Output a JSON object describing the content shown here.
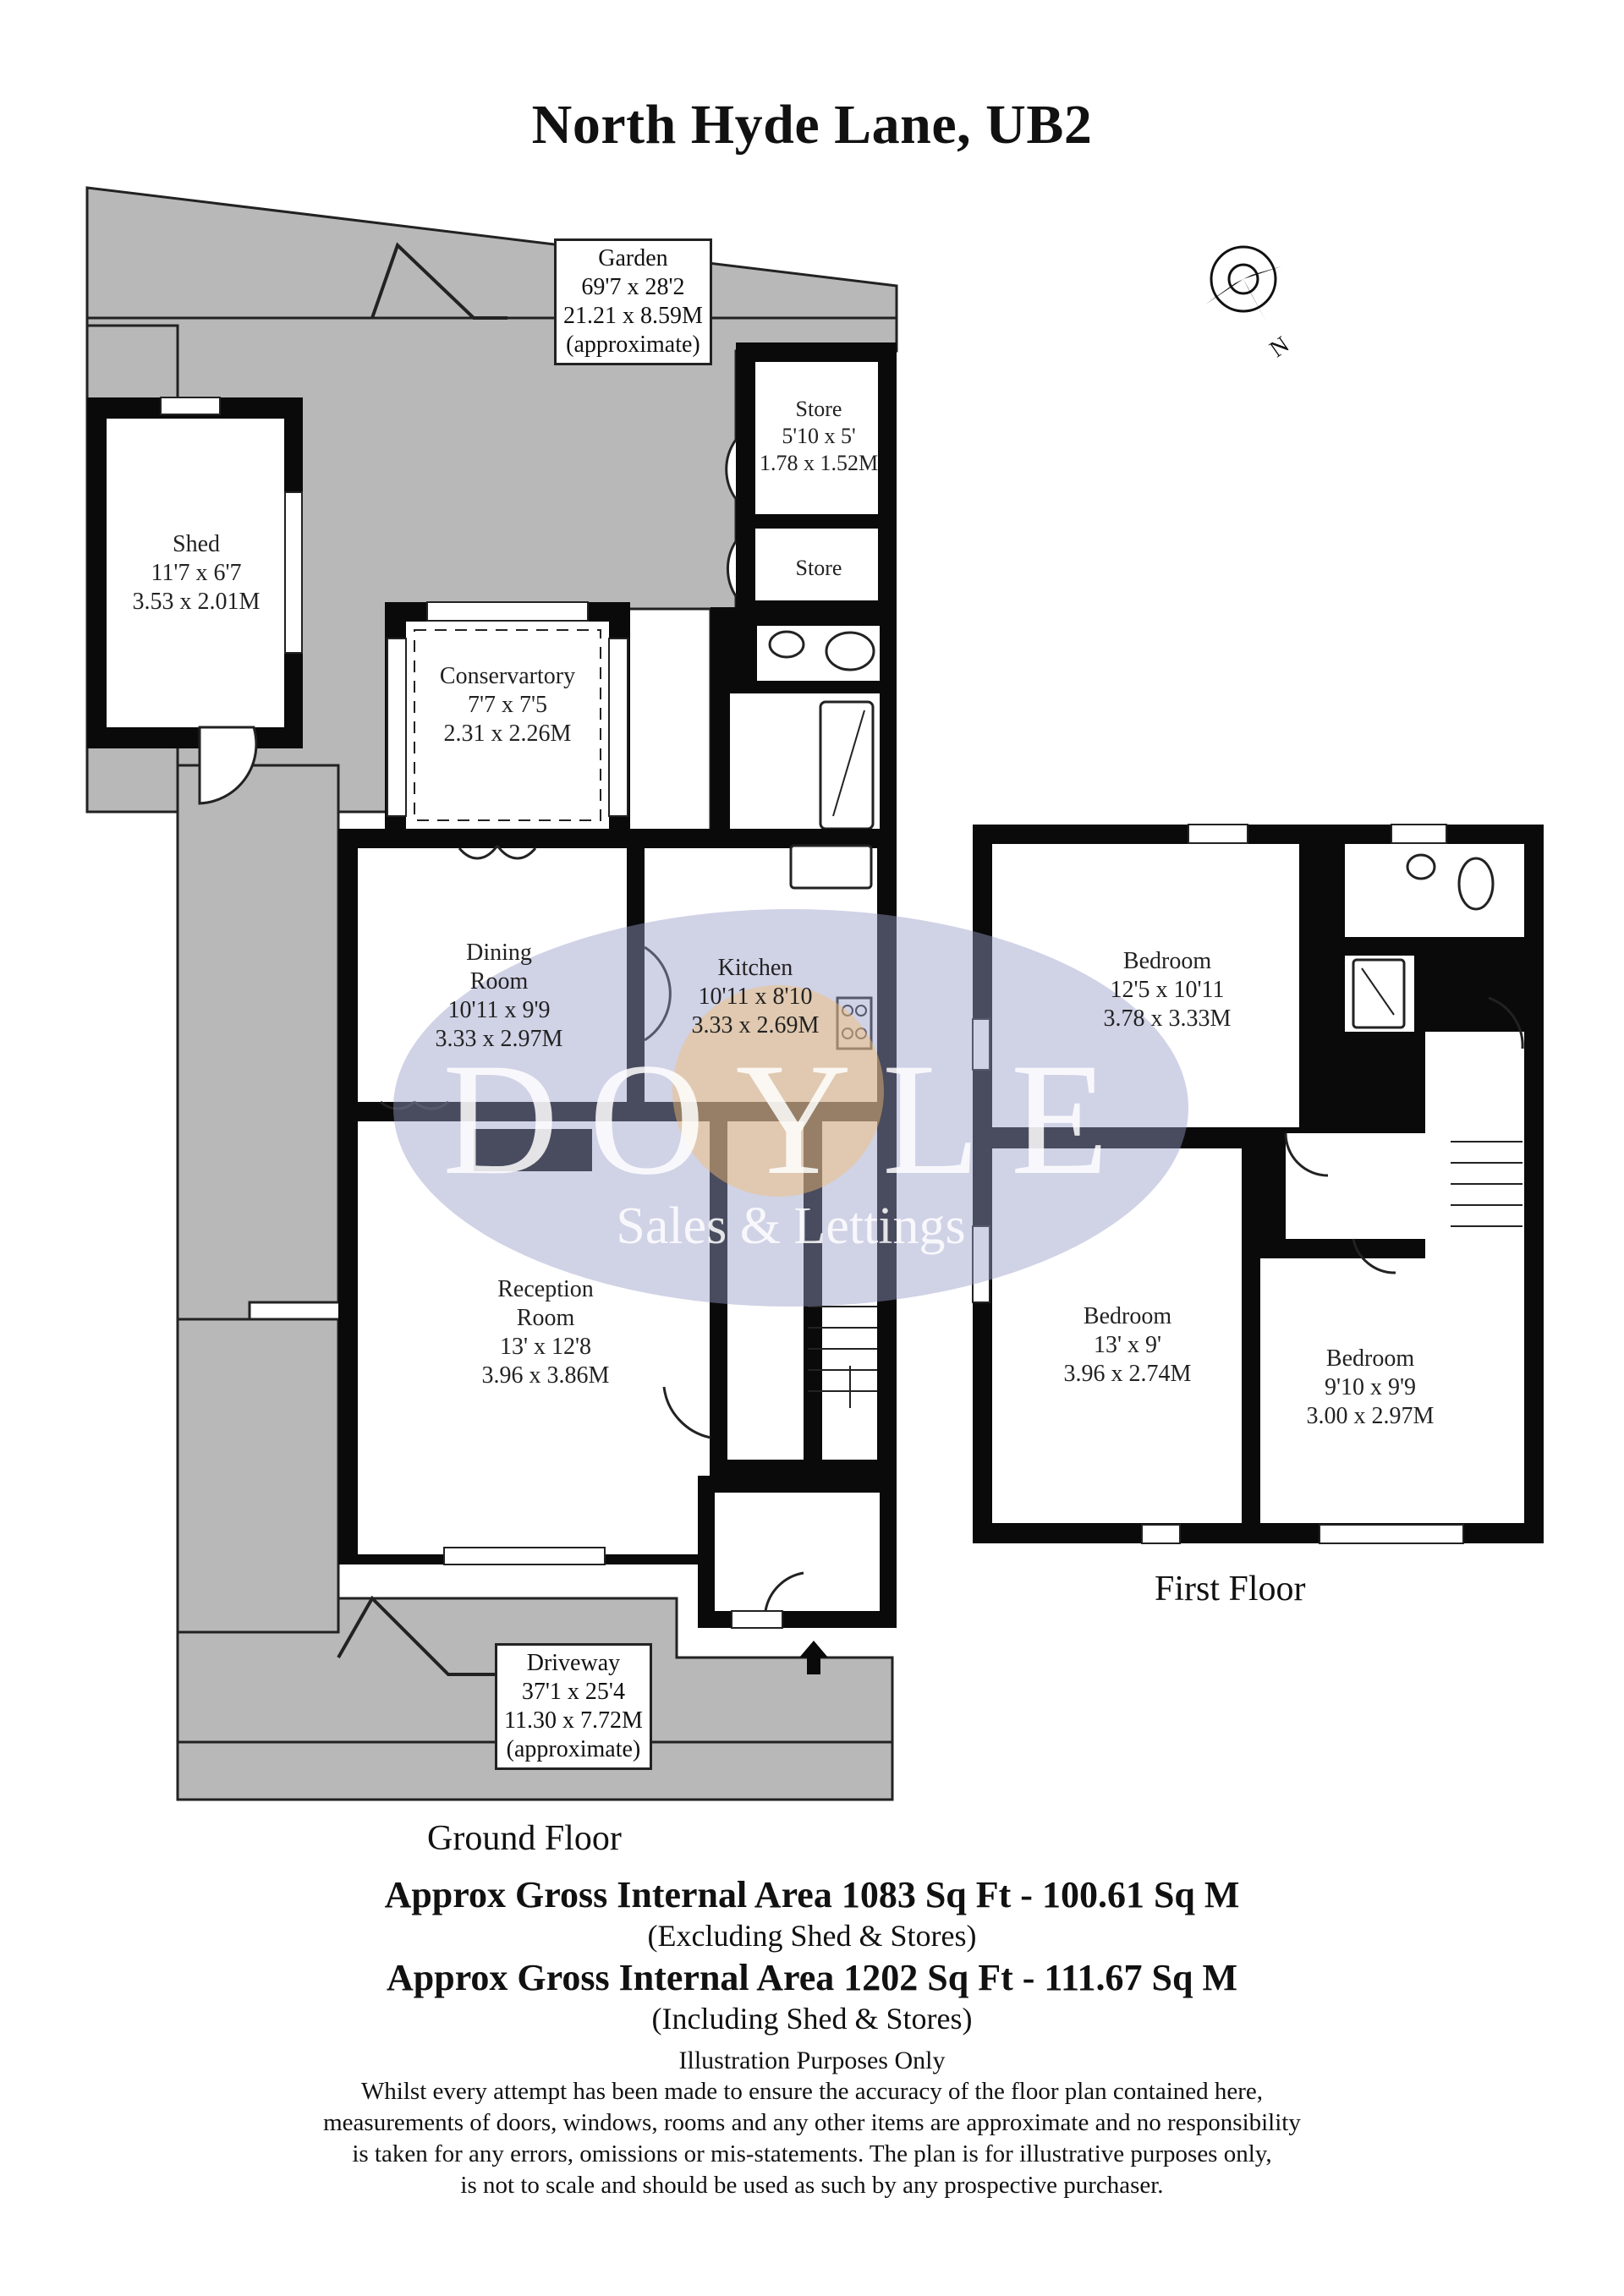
{
  "title": "North Hyde Lane, UB2",
  "compass": {
    "icon": "compass-rose-icon",
    "label": "N"
  },
  "floors": {
    "ground": {
      "label": "Ground Floor",
      "rooms": [
        {
          "name": "Shed",
          "imperial": "11'7 x 6'7",
          "metric": "3.53 x 2.01M"
        },
        {
          "name": "Conservartory",
          "imperial": "7'7 x 7'5",
          "metric": "2.31 x 2.26M"
        },
        {
          "name": "Store",
          "imperial": "5'10 x 5'",
          "metric": "1.78 x 1.52M"
        },
        {
          "name": "Store"
        },
        {
          "name_line1": "Dining",
          "name_line2": "Room",
          "imperial": "10'11 x 9'9",
          "metric": "3.33 x 2.97M"
        },
        {
          "name": "Kitchen",
          "imperial": "10'11 x 8'10",
          "metric": "3.33 x 2.69M"
        },
        {
          "name_line1": "Reception",
          "name_line2": "Room",
          "imperial": "13' x 12'8",
          "metric": "3.96 x 3.86M"
        }
      ],
      "garden": {
        "name": "Garden",
        "imperial": "69'7 x 28'2",
        "metric": "21.21 x 8.59M",
        "note": "(approximate)"
      },
      "driveway": {
        "name": "Driveway",
        "imperial": "37'1 x 25'4",
        "metric": "11.30 x 7.72M",
        "note": "(approximate)"
      }
    },
    "first": {
      "label": "First Floor",
      "rooms": [
        {
          "name": "Bedroom",
          "imperial": "12'5 x 10'11",
          "metric": "3.78 x 3.33M"
        },
        {
          "name": "Bedroom",
          "imperial": "13' x 9'",
          "metric": "3.96 x 2.74M"
        },
        {
          "name": "Bedroom",
          "imperial": "9'10 x 9'9",
          "metric": "3.00 x 2.97M"
        }
      ]
    }
  },
  "watermark": {
    "brand": "DOYLE",
    "tagline": "Sales & Lettings"
  },
  "areas": [
    {
      "text": "Approx Gross Internal Area  1083 Sq Ft  - 100.61 Sq M",
      "note": "(Excluding Shed & Stores)"
    },
    {
      "text": "Approx Gross Internal Area  1202 Sq Ft  - 111.67 Sq M",
      "note": "(Including Shed & Stores)"
    }
  ],
  "illustration_note": "Illustration Purposes Only",
  "disclaimer": [
    "Whilst every attempt has been made to ensure the accuracy of the floor plan contained here,",
    "measurements of doors, windows, rooms and any other items are approximate and no responsibility",
    "is taken for any errors, omissions or mis-statements. The plan is for illustrative purposes only,",
    "is not to scale and should be used as such by any prospective purchaser."
  ],
  "colors": {
    "wall": "#0a0a0a",
    "outdoor": "#b8b8b8",
    "watermark_oval": "#9a9fc8",
    "watermark_sun": "#f5be6e"
  }
}
